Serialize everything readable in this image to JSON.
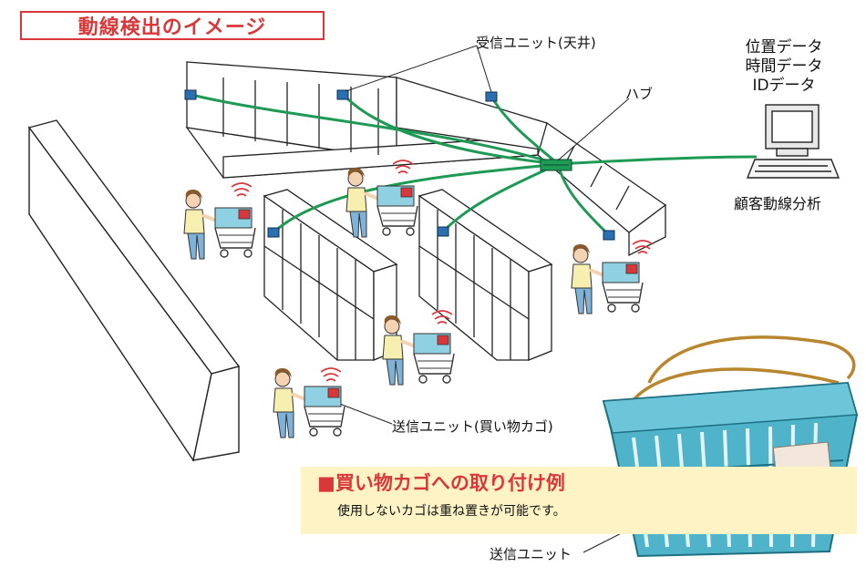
{
  "title": "動線検出のイメージ",
  "labels": {
    "receiver": "受信ユニット(天井)",
    "hub": "ハブ",
    "sender_cart": "送信ユニット(買い物カゴ)",
    "sender": "送信ユニット"
  },
  "pc": {
    "lines": [
      "位置データ",
      "時間データ",
      "IDデータ"
    ],
    "caption": "顧客動線分析"
  },
  "note": {
    "title": "■買い物カゴへの取り付け例",
    "text": "使用しないカゴは重ね置きが可能です。"
  },
  "colors": {
    "accent": "#d9383a",
    "cable": "#1e9a55",
    "note_bg": "#fdf3c4",
    "basket": "#4fb3c9",
    "device": "#2a6fb0"
  },
  "icons": [
    "receiver-unit-icon",
    "hub-icon",
    "computer-icon",
    "shopper-icon",
    "basket-icon",
    "signal-icon"
  ]
}
